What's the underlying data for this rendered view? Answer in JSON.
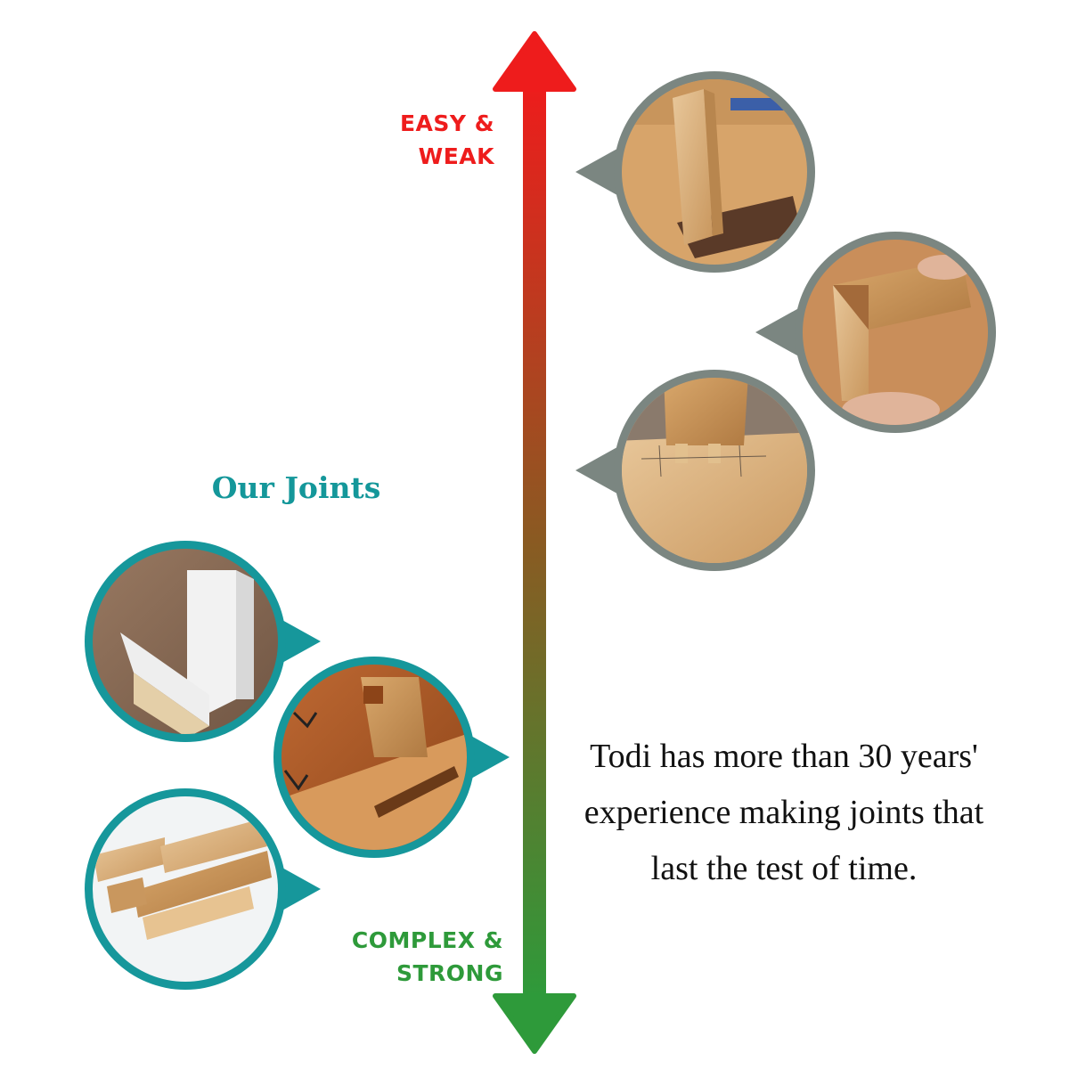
{
  "scale": {
    "top_label_line1": "EASY &",
    "top_label_line2": "WEAK",
    "bottom_label_line1": "COMPLEX &",
    "bottom_label_line2": "STRONG"
  },
  "heading": "Our Joints",
  "tagline": {
    "line1": "Todi has more than 30 years'",
    "line2": "experience making joints that",
    "line3": "last the test of time."
  },
  "colors": {
    "weak": "#ee1c1c",
    "strong": "#2e9a3a",
    "heading": "#14979a",
    "teal_ring": "#16979b",
    "gray_ring": "#7b8681"
  },
  "joint_photos_other": [
    "butt-joint-photo",
    "miter-joint-photo",
    "dowel-joint-photo"
  ],
  "joint_photos_ours": [
    "rabbet-joint-photo",
    "dovetail-dado-joint-photo",
    "finger-joint-photo"
  ]
}
